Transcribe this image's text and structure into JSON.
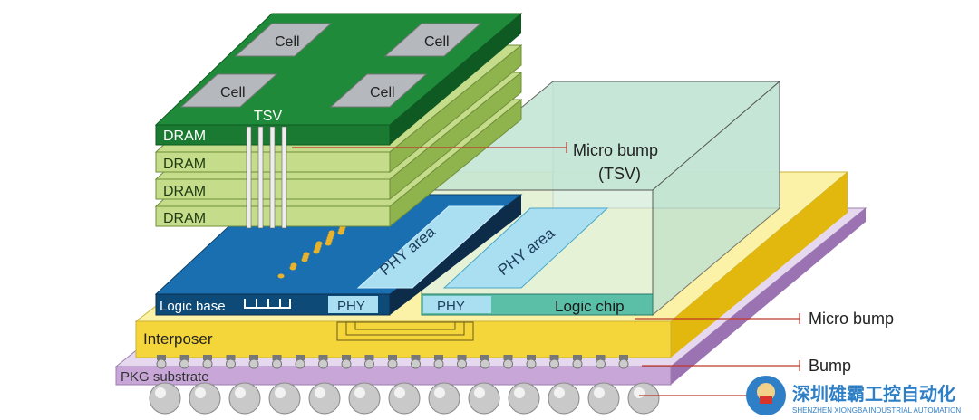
{
  "diagram": {
    "cells": [
      "Cell",
      "Cell",
      "Cell",
      "Cell"
    ],
    "tsv_label": "TSV",
    "dram_layers": [
      "DRAM",
      "DRAM",
      "DRAM",
      "DRAM"
    ],
    "phy_area_left": "PHY area",
    "phy_area_right": "PHY area",
    "logic_base": "Logic base",
    "phy_left": "PHY",
    "phy_right": "PHY",
    "logic_chip": "Logic chip",
    "interposer": "Interposer",
    "pkg_substrate": "PKG substrate",
    "callouts": {
      "micro_bump_tsv_line1": "Micro bump",
      "micro_bump_tsv_line2": "(TSV)",
      "micro_bump": "Micro bump",
      "bump": "Bump"
    }
  },
  "watermark": {
    "title": "深圳雄霸工控自动化",
    "subtitle": "SHENZHEN XIONGBA INDUSTRIAL AUTOMATION"
  },
  "colors": {
    "dram_top": "#1f8a3a",
    "dram_layer": "#c5dc8a",
    "logic_base": "#1a6fb0",
    "logic_chip": "#5bbfa8",
    "interposer": "#f5d63a",
    "substrate": "#c8a6d8",
    "callout_line": "#c0392b"
  }
}
